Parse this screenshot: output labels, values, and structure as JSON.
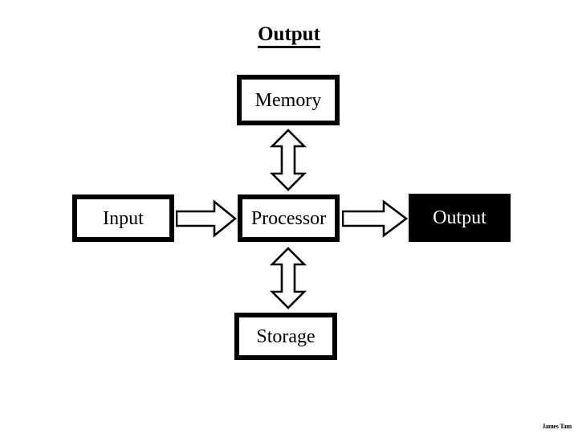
{
  "slide": {
    "title": "Output",
    "credit": "James Tam",
    "background_color": "#ffffff",
    "ink_color": "#000000"
  },
  "diagram": {
    "type": "block-diagram",
    "description": "Von Neumann style computer architecture block diagram with Output highlighted",
    "blocks": [
      {
        "id": "memory",
        "label": "Memory",
        "style": "outlined",
        "fill_color": "#ffffff",
        "text_color": "#000000",
        "border_color": "#000000",
        "highlighted": false
      },
      {
        "id": "input",
        "label": "Input",
        "style": "outlined",
        "fill_color": "#ffffff",
        "text_color": "#000000",
        "border_color": "#000000",
        "highlighted": false
      },
      {
        "id": "processor",
        "label": "Processor",
        "style": "outlined",
        "fill_color": "#ffffff",
        "text_color": "#000000",
        "border_color": "#000000",
        "highlighted": false
      },
      {
        "id": "output",
        "label": "Output",
        "style": "filled",
        "fill_color": "#000000",
        "text_color": "#ffffff",
        "border_color": "#000000",
        "highlighted": true
      },
      {
        "id": "storage",
        "label": "Storage",
        "style": "outlined",
        "fill_color": "#ffffff",
        "text_color": "#000000",
        "border_color": "#000000",
        "highlighted": false
      }
    ],
    "connectors": [
      {
        "id": "input-processor",
        "from": "input",
        "to": "processor",
        "direction": "single",
        "orientation": "horizontal",
        "style": "outlined-block-arrow"
      },
      {
        "id": "processor-output",
        "from": "processor",
        "to": "output",
        "direction": "single",
        "orientation": "horizontal",
        "style": "outlined-block-arrow"
      },
      {
        "id": "memory-processor",
        "from": "memory",
        "to": "processor",
        "direction": "double",
        "orientation": "vertical",
        "style": "outlined-block-arrow"
      },
      {
        "id": "processor-storage",
        "from": "processor",
        "to": "storage",
        "direction": "double",
        "orientation": "vertical",
        "style": "outlined-block-arrow"
      }
    ]
  }
}
